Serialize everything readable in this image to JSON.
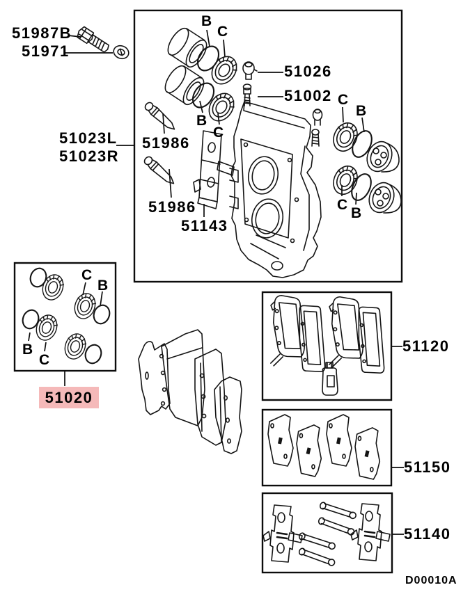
{
  "diagram": {
    "code": "D00010A",
    "highlight_color": "#f5b9b9"
  },
  "parts": {
    "bolt": {
      "number": "51987B"
    },
    "washer": {
      "number": "51971"
    },
    "caliper_left": {
      "number": "51023L"
    },
    "caliper_right": {
      "number": "51023R"
    },
    "bleeder_cap": {
      "number": "51026"
    },
    "bleeder_screw": {
      "number": "51002"
    },
    "guide_pin_upper": {
      "number": "51986"
    },
    "guide_pin_lower": {
      "number": "51986"
    },
    "pad_clip_plate": {
      "number": "51143"
    },
    "seal_kit": {
      "number": "51020",
      "highlighted": true
    },
    "pad_kit": {
      "number": "51120"
    },
    "shim_kit": {
      "number": "51150"
    },
    "hardware_kit": {
      "number": "51140"
    }
  },
  "callouts": {
    "b": "B",
    "c": "C"
  }
}
